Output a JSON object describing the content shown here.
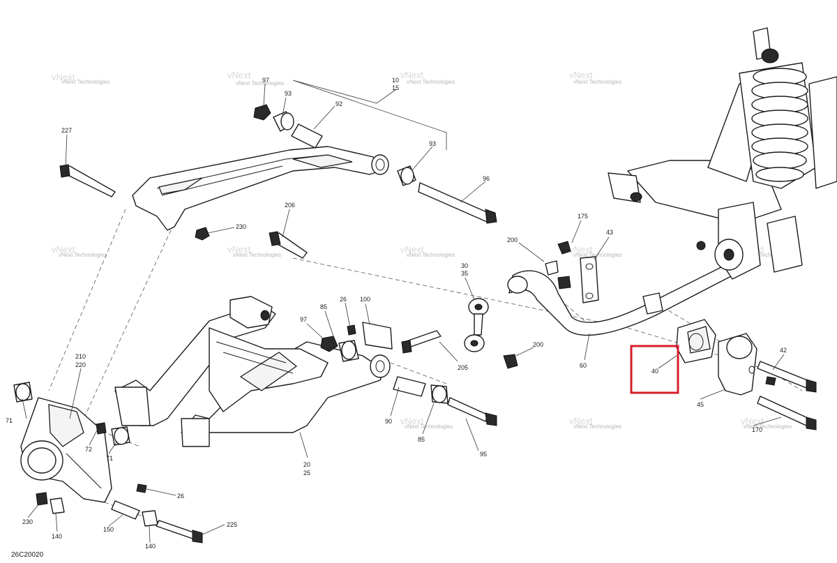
{
  "diagram": {
    "reference_code": "26C20020",
    "watermark": {
      "line1": "vNext",
      "line2": "Technologies",
      "small": "vNext Technologies"
    },
    "highlight_color": "#d81e2a",
    "callouts": {
      "c97": "97",
      "c93a": "93",
      "c92": "92",
      "c10": "10",
      "c15": "15",
      "c93b": "93",
      "c96": "96",
      "c227": "227",
      "c230a": "230",
      "c206": "206",
      "c175": "175",
      "c43": "43",
      "c200a": "200",
      "c30": "30",
      "c35": "35",
      "c26a": "26",
      "c100": "100",
      "c85a": "85",
      "c97b": "97",
      "c200b": "200",
      "c205": "205",
      "c60": "60",
      "c42": "42",
      "c40": "40",
      "c45": "45",
      "c170": "170",
      "c210": "210",
      "c220": "220",
      "c71a": "71",
      "c72": "72",
      "c71b": "71",
      "c90": "90",
      "c85b": "85",
      "c95": "95",
      "c20": "20",
      "c25": "25",
      "c26b": "26",
      "c230b": "230",
      "c140a": "140",
      "c150": "150",
      "c140b": "140",
      "c225": "225"
    }
  }
}
